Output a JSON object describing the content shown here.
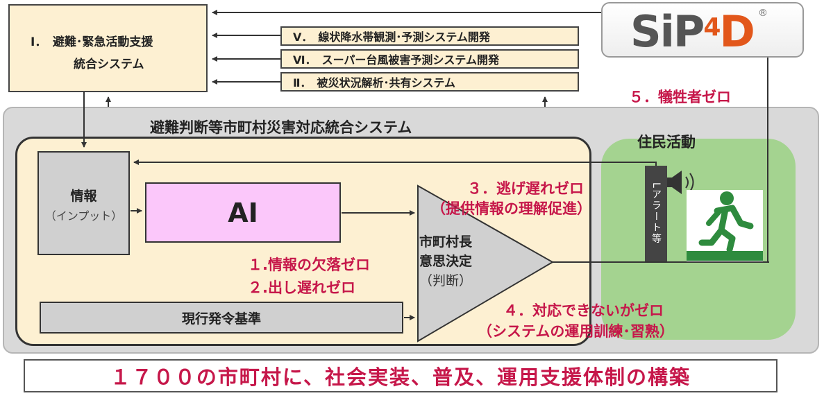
{
  "top_system": {
    "line1": "Ⅰ．　避難･緊急活動支援",
    "line2": "統合システム"
  },
  "feeds": [
    {
      "label": "Ⅴ．　線状降水帯観測･予測システム開発"
    },
    {
      "label": "Ⅵ．　スーパー台風被害予測システム開発"
    },
    {
      "label": "Ⅱ．　被災状況解析･共有システム"
    }
  ],
  "logo": {
    "text_a": "SiP",
    "text_b": "4",
    "text_c": "D",
    "reg": "®"
  },
  "panel": {
    "title": "避難判断等市町村災害対応統合システム"
  },
  "residents": {
    "title": "住民活動"
  },
  "info_box": {
    "title": "情報",
    "sub": "（インプット）"
  },
  "ai_box": {
    "label": "AI"
  },
  "current_standard": {
    "label": "現行発令基準"
  },
  "mayor": {
    "line1": "市町村長",
    "line2": "意思決定",
    "line3": "（判断）"
  },
  "alert": {
    "label": "Lアラート等"
  },
  "goals": {
    "g1": "１.情報の欠落ゼロ",
    "g2": "２.出し遅れゼロ",
    "g3a": "３．逃げ遅れゼロ",
    "g3b": "（提供情報の理解促進）",
    "g4a": "４．対応できないがゼロ",
    "g4b": "（システムの運用訓練･習熟）",
    "g5": "５．犠牲者ゼロ"
  },
  "banner": {
    "text": "１７００の市町村に、社会実装、普及、運用支援体制の構築"
  },
  "colors": {
    "accent_red": "#c6174a",
    "logo_orange": "#e2571b",
    "tan": "#fdf0d2",
    "green": "#9fd28a",
    "ai_pink": "#fbc7fa"
  }
}
